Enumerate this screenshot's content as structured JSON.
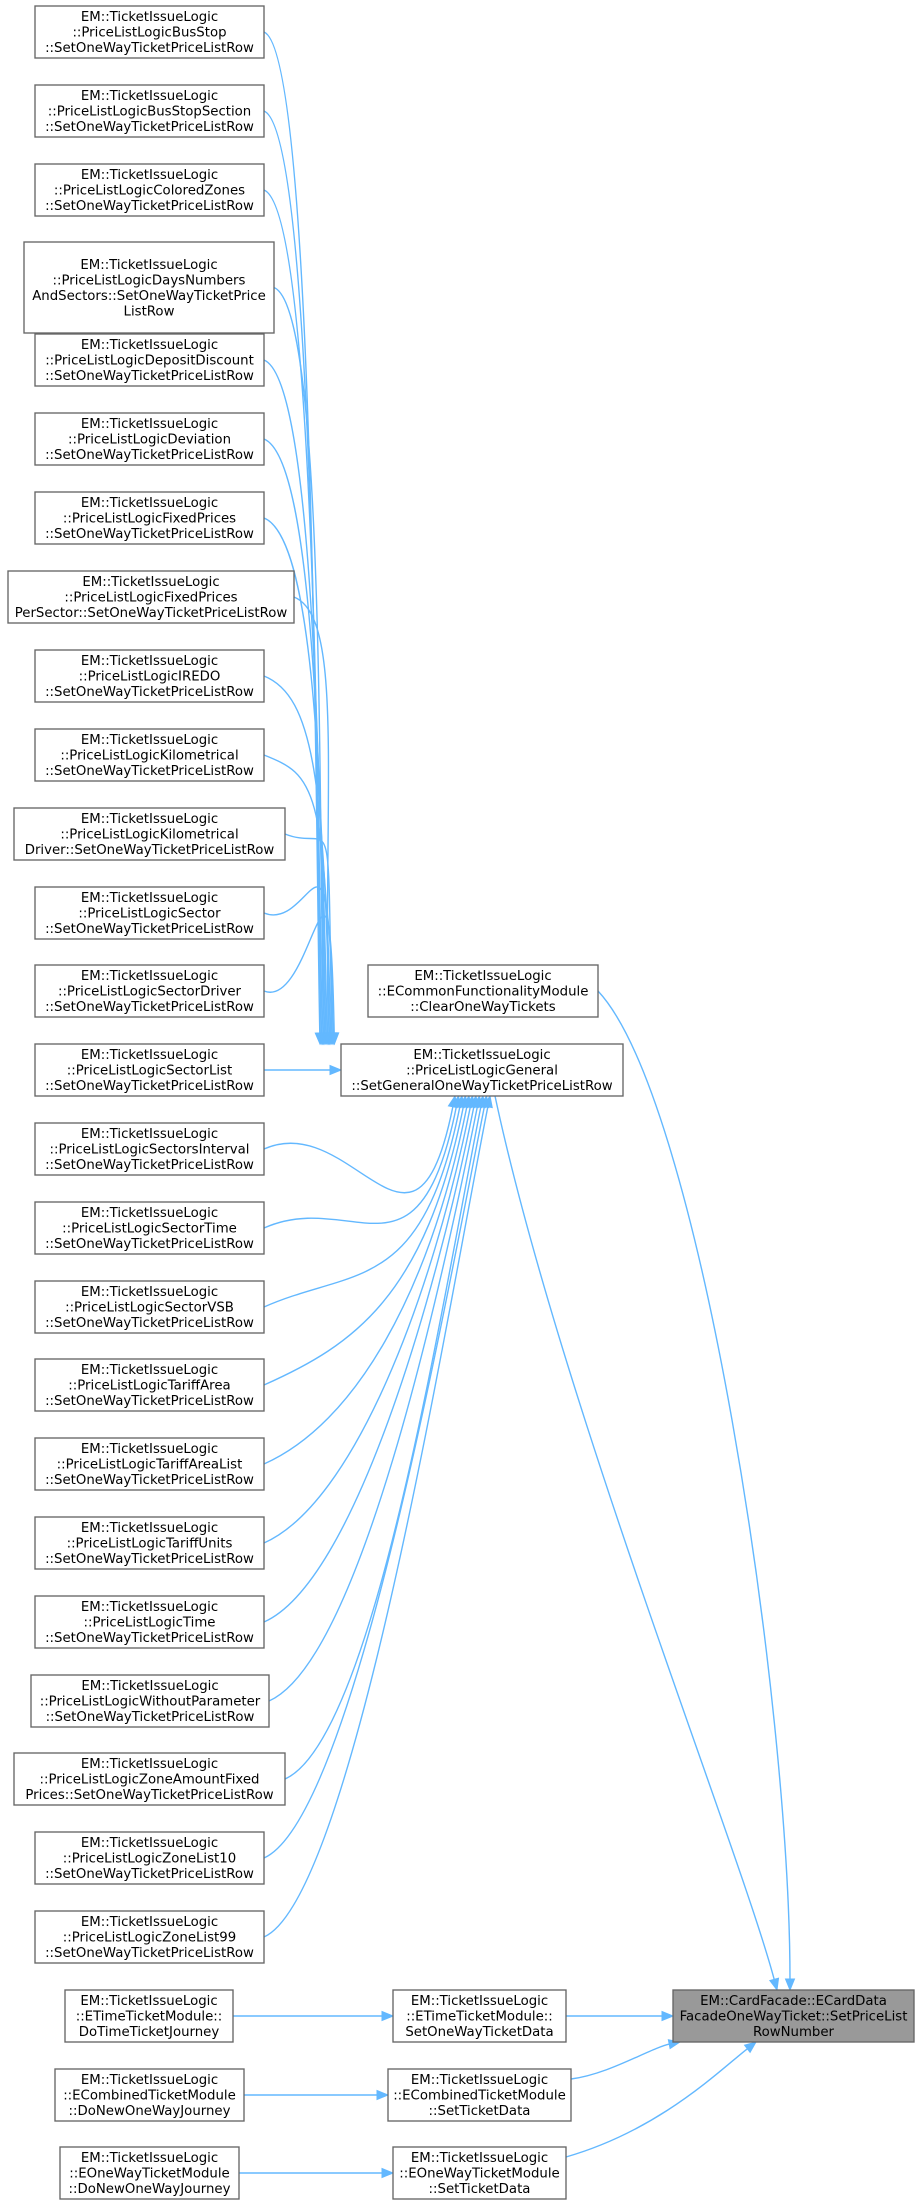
{
  "graph": {
    "target": {
      "id": "card_facade",
      "lines": [
        "EM::CardFacade::ECardData",
        "FacadeOneWayTicket::SetPriceList",
        "RowNumber"
      ]
    },
    "hub": {
      "id": "general",
      "lines": [
        "EM::TicketIssueLogic",
        "::PriceListLogicGeneral",
        "::SetGeneralOneWayTicketPriceListRow"
      ]
    },
    "callers_of_hub": [
      {
        "id": "bus_stop",
        "lines": [
          "EM::TicketIssueLogic",
          "::PriceListLogicBusStop",
          "::SetOneWayTicketPriceListRow"
        ]
      },
      {
        "id": "bus_stop_section",
        "lines": [
          "EM::TicketIssueLogic",
          "::PriceListLogicBusStopSection",
          "::SetOneWayTicketPriceListRow"
        ]
      },
      {
        "id": "colored_zones",
        "lines": [
          "EM::TicketIssueLogic",
          "::PriceListLogicColoredZones",
          "::SetOneWayTicketPriceListRow"
        ]
      },
      {
        "id": "days_numbers",
        "lines": [
          "EM::TicketIssueLogic",
          "::PriceListLogicDaysNumbers",
          "AndSectors::SetOneWayTicketPrice",
          "ListRow"
        ]
      },
      {
        "id": "deposit_discount",
        "lines": [
          "EM::TicketIssueLogic",
          "::PriceListLogicDepositDiscount",
          "::SetOneWayTicketPriceListRow"
        ]
      },
      {
        "id": "deviation",
        "lines": [
          "EM::TicketIssueLogic",
          "::PriceListLogicDeviation",
          "::SetOneWayTicketPriceListRow"
        ]
      },
      {
        "id": "fixed_prices",
        "lines": [
          "EM::TicketIssueLogic",
          "::PriceListLogicFixedPrices",
          "::SetOneWayTicketPriceListRow"
        ]
      },
      {
        "id": "fixed_prices_sector",
        "lines": [
          "EM::TicketIssueLogic",
          "::PriceListLogicFixedPrices",
          "PerSector::SetOneWayTicketPriceListRow"
        ]
      },
      {
        "id": "iredo",
        "lines": [
          "EM::TicketIssueLogic",
          "::PriceListLogicIREDO",
          "::SetOneWayTicketPriceListRow"
        ]
      },
      {
        "id": "kilometrical",
        "lines": [
          "EM::TicketIssueLogic",
          "::PriceListLogicKilometrical",
          "::SetOneWayTicketPriceListRow"
        ]
      },
      {
        "id": "kilometrical_driver",
        "lines": [
          "EM::TicketIssueLogic",
          "::PriceListLogicKilometrical",
          "Driver::SetOneWayTicketPriceListRow"
        ]
      },
      {
        "id": "sector",
        "lines": [
          "EM::TicketIssueLogic",
          "::PriceListLogicSector",
          "::SetOneWayTicketPriceListRow"
        ]
      },
      {
        "id": "sector_driver",
        "lines": [
          "EM::TicketIssueLogic",
          "::PriceListLogicSectorDriver",
          "::SetOneWayTicketPriceListRow"
        ]
      },
      {
        "id": "sector_list",
        "lines": [
          "EM::TicketIssueLogic",
          "::PriceListLogicSectorList",
          "::SetOneWayTicketPriceListRow"
        ]
      },
      {
        "id": "sectors_interval",
        "lines": [
          "EM::TicketIssueLogic",
          "::PriceListLogicSectorsInterval",
          "::SetOneWayTicketPriceListRow"
        ]
      },
      {
        "id": "sector_time",
        "lines": [
          "EM::TicketIssueLogic",
          "::PriceListLogicSectorTime",
          "::SetOneWayTicketPriceListRow"
        ]
      },
      {
        "id": "sector_vsb",
        "lines": [
          "EM::TicketIssueLogic",
          "::PriceListLogicSectorVSB",
          "::SetOneWayTicketPriceListRow"
        ]
      },
      {
        "id": "tariff_area",
        "lines": [
          "EM::TicketIssueLogic",
          "::PriceListLogicTariffArea",
          "::SetOneWayTicketPriceListRow"
        ]
      },
      {
        "id": "tariff_area_list",
        "lines": [
          "EM::TicketIssueLogic",
          "::PriceListLogicTariffAreaList",
          "::SetOneWayTicketPriceListRow"
        ]
      },
      {
        "id": "tariff_units",
        "lines": [
          "EM::TicketIssueLogic",
          "::PriceListLogicTariffUnits",
          "::SetOneWayTicketPriceListRow"
        ]
      },
      {
        "id": "time",
        "lines": [
          "EM::TicketIssueLogic",
          "::PriceListLogicTime",
          "::SetOneWayTicketPriceListRow"
        ]
      },
      {
        "id": "without_parameter",
        "lines": [
          "EM::TicketIssueLogic",
          "::PriceListLogicWithoutParameter",
          "::SetOneWayTicketPriceListRow"
        ]
      },
      {
        "id": "zone_amount_fixed",
        "lines": [
          "EM::TicketIssueLogic",
          "::PriceListLogicZoneAmountFixed",
          "Prices::SetOneWayTicketPriceListRow"
        ]
      },
      {
        "id": "zone_list10",
        "lines": [
          "EM::TicketIssueLogic",
          "::PriceListLogicZoneList10",
          "::SetOneWayTicketPriceListRow"
        ]
      },
      {
        "id": "zone_list99",
        "lines": [
          "EM::TicketIssueLogic",
          "::PriceListLogicZoneList99",
          "::SetOneWayTicketPriceListRow"
        ]
      }
    ],
    "clear_tickets": {
      "id": "clear_tickets",
      "lines": [
        "EM::TicketIssueLogic",
        "::ECommonFunctionalityModule",
        "::ClearOneWayTickets"
      ]
    },
    "time_set_ticket": {
      "id": "time_set_ticket",
      "lines": [
        "EM::TicketIssueLogic",
        "::ETimeTicketModule::",
        "SetOneWayTicketData"
      ]
    },
    "combined_set_ticket": {
      "id": "combined_set_ticket",
      "lines": [
        "EM::TicketIssueLogic",
        "::ECombinedTicketModule",
        "::SetTicketData"
      ]
    },
    "oneway_set_ticket": {
      "id": "oneway_set_ticket",
      "lines": [
        "EM::TicketIssueLogic",
        "::EOneWayTicketModule",
        "::SetTicketData"
      ]
    },
    "time_journey": {
      "id": "time_journey",
      "lines": [
        "EM::TicketIssueLogic",
        "::ETimeTicketModule::",
        "DoTimeTicketJourney"
      ]
    },
    "combined_journey": {
      "id": "combined_journey",
      "lines": [
        "EM::TicketIssueLogic",
        "::ECombinedTicketModule",
        "::DoNewOneWayJourney"
      ]
    },
    "oneway_journey": {
      "id": "oneway_journey",
      "lines": [
        "EM::TicketIssueLogic",
        "::EOneWayTicketModule",
        "::DoNewOneWayJourney"
      ]
    },
    "colors": {
      "edge": "#63b8ff",
      "node_border": "#666666",
      "target_fill": "#999999",
      "node_fill": "#ffffff"
    }
  }
}
